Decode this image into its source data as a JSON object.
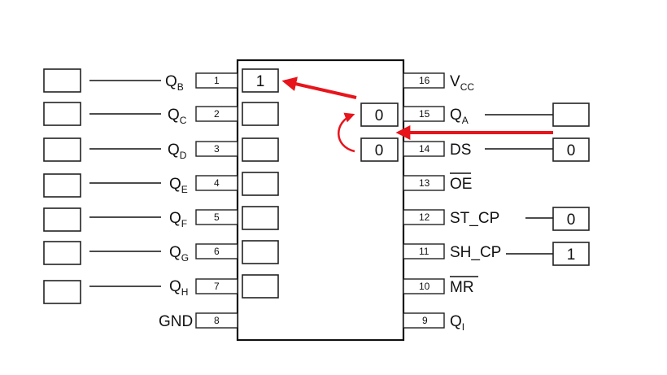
{
  "chip": {
    "left_pins": [
      {
        "num": "1",
        "label": "Q",
        "sub": "B"
      },
      {
        "num": "2",
        "label": "Q",
        "sub": "C"
      },
      {
        "num": "3",
        "label": "Q",
        "sub": "D"
      },
      {
        "num": "4",
        "label": "Q",
        "sub": "E"
      },
      {
        "num": "5",
        "label": "Q",
        "sub": "F"
      },
      {
        "num": "6",
        "label": "Q",
        "sub": "G"
      },
      {
        "num": "7",
        "label": "Q",
        "sub": "H"
      },
      {
        "num": "8",
        "label": "GND",
        "sub": ""
      }
    ],
    "right_pins": [
      {
        "num": "16",
        "label": "V",
        "sub": "CC"
      },
      {
        "num": "15",
        "label": "Q",
        "sub": "A"
      },
      {
        "num": "14",
        "label": "DS",
        "sub": ""
      },
      {
        "num": "13",
        "label": "OE",
        "sub": ""
      },
      {
        "num": "12",
        "label": "ST_CP",
        "sub": ""
      },
      {
        "num": "11",
        "label": "SH_CP",
        "sub": ""
      },
      {
        "num": "10",
        "label": "MR",
        "sub": ""
      },
      {
        "num": "9",
        "label": "Q",
        "sub": "I"
      }
    ]
  },
  "register_bits": {
    "left": [
      "1",
      "",
      "",
      "",
      "",
      "",
      ""
    ],
    "right": [
      "0",
      "0"
    ]
  },
  "inputs": {
    "ds": "0",
    "st_cp": "0",
    "sh_cp": "1"
  },
  "colors": {
    "arrow": "#e8141c",
    "line": "#111111"
  }
}
